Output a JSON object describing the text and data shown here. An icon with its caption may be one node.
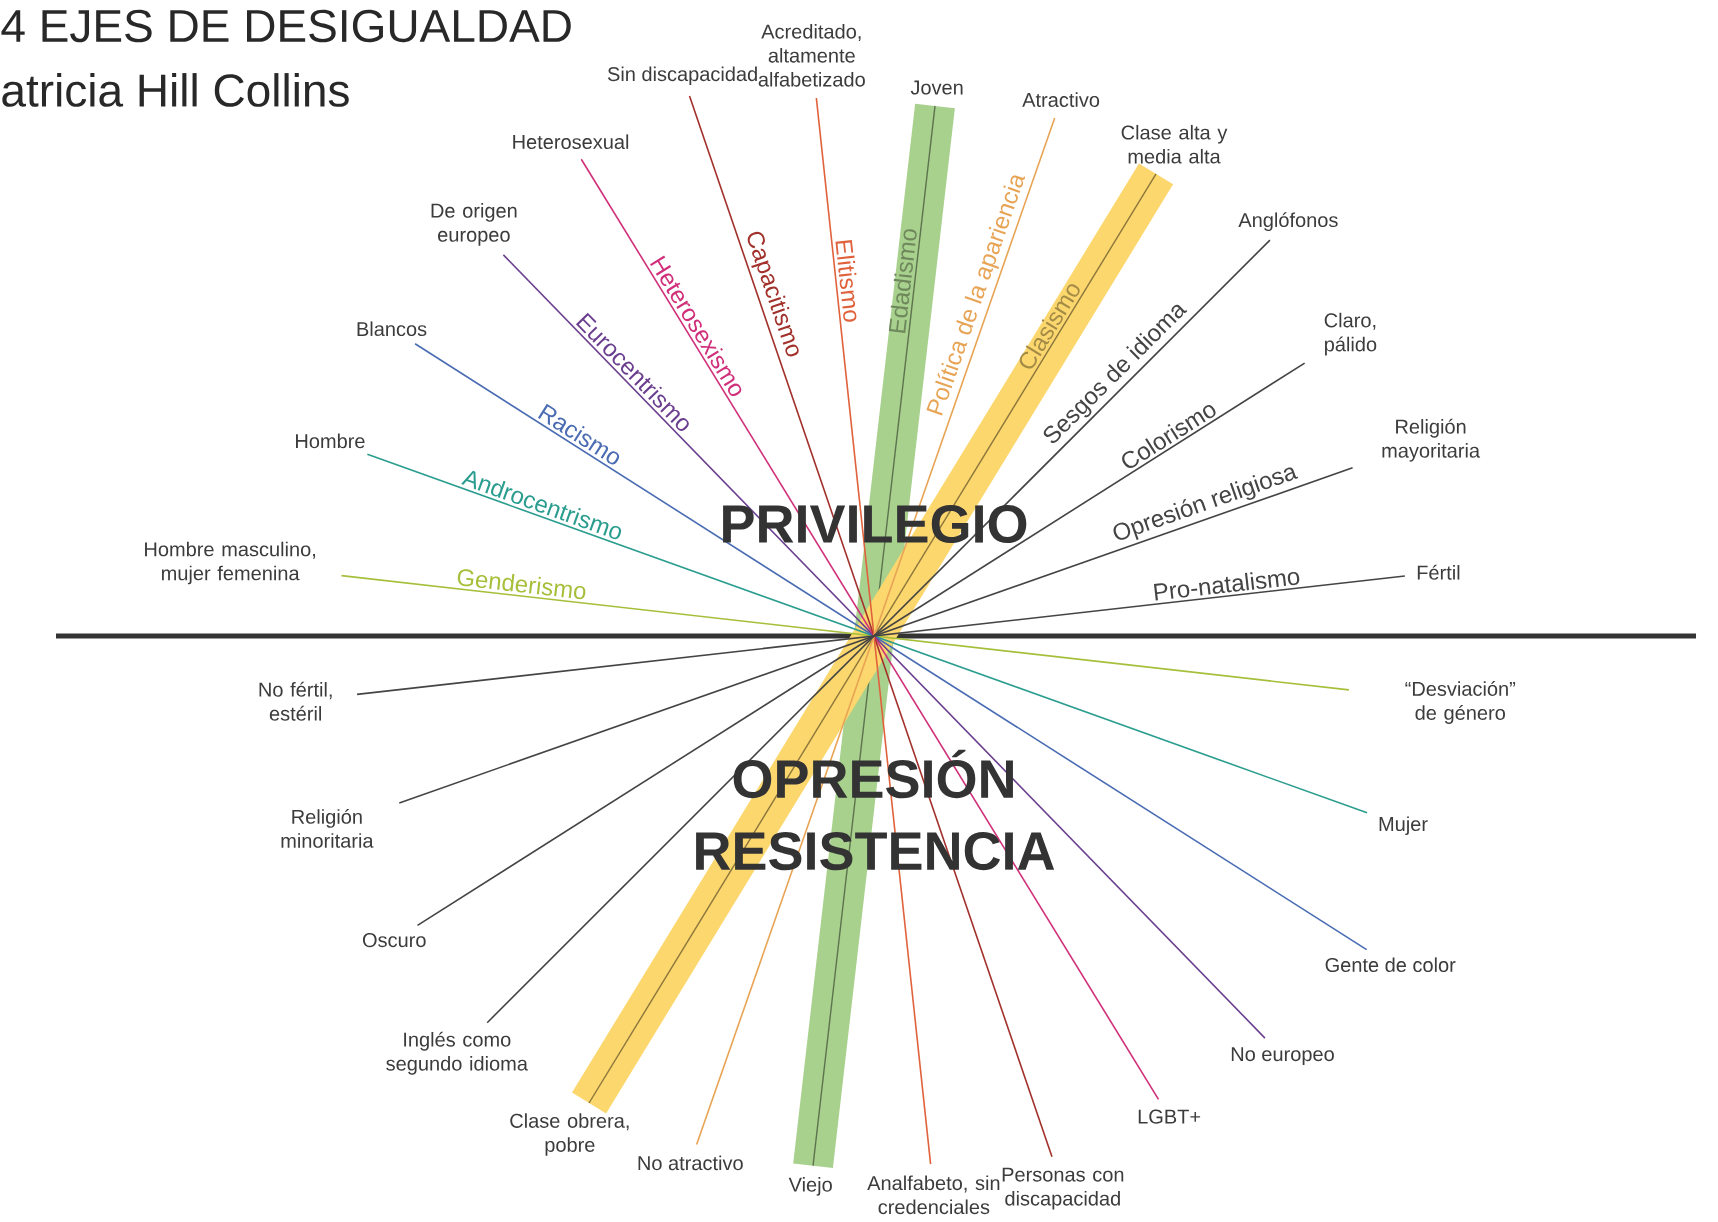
{
  "diagram": {
    "title": "4 EJES DE DESIGUALDAD",
    "nodes": [
      {
        "text": [
          "Hombre masculino, mujer femenina"
        ]
      },
      {
        "text": [
          "Hombre"
        ]
      },
      {
        "text": [
          "Blancos"
        ]
      },
      {
        "text": [
          "De origen europeo"
        ]
      },
      {
        "text": [
          "Heterosexual"
        ]
      },
      {
        "text": [
          "Sin discapacidad"
        ]
      },
      {
        "text": [
          "Acreditado, altamente alfabetizado"
        ]
      },
      {
        "text": [
          "Joven"
        ]
      },
      {
        "text": [
          "Atractivo"
        ]
      },
      {
        "text": [
          "Clase alta y media alta"
        ]
      },
      {
        "text": [
          "Anglófonos"
        ]
      },
      {
        "text": [
          "Claro, pálido"
        ]
      },
      {
        "text": [
          "Religión mayoritaria"
        ]
      },
      {
        "text": [
          "Fértil"
        ]
      },
      {
        "text": [
          "“Desviación” de género"
        ]
      },
      {
        "text": [
          "Mujer"
        ]
      },
      {
        "text": [
          "Gente de color"
        ]
      },
      {
        "text": [
          "No europeo"
        ]
      },
      {
        "text": [
          "LGBT+"
        ]
      },
      {
        "text": [
          "Personas con discapacidad"
        ]
      },
      {
        "text": [
          "Analfabeto, sin credenciales"
        ]
      },
      {
        "text": [
          "Viejo"
        ]
      },
      {
        "text": [
          "No atractivo"
        ]
      },
      {
        "text": [
          "Clase obrera, pobre"
        ]
      },
      {
        "text": [
          "Inglés como segundo idioma"
        ]
      },
      {
        "text": [
          "Oscuro"
        ]
      },
      {
        "text": [
          "Religión minoritaria"
        ]
      },
      {
        "text": [
          "No fértil, estéril"
        ]
      }
    ],
    "edges": [
      {
        "from": 0,
        "to": 14,
        "arrow": "none",
        "label": "Genderismo",
        "color": "#a6bf3a"
      },
      {
        "from": 1,
        "to": 15,
        "arrow": "none",
        "label": "Androcentrismo",
        "color": "#2a9d8f"
      },
      {
        "from": 2,
        "to": 16,
        "arrow": "none",
        "label": "Racismo",
        "color": "#4a6cb3"
      },
      {
        "from": 3,
        "to": 17,
        "arrow": "none",
        "label": "Eurocentrismo",
        "color": "#6b3f8f"
      },
      {
        "from": 4,
        "to": 18,
        "arrow": "none",
        "label": "Heterosexismo",
        "color": "#d02f7a"
      },
      {
        "from": 5,
        "to": 19,
        "arrow": "none",
        "label": "Capacitismo",
        "color": "#a2312b"
      },
      {
        "from": 6,
        "to": 20,
        "arrow": "none",
        "label": "Elitismo",
        "color": "#e0623c"
      },
      {
        "from": 7,
        "to": 21,
        "arrow": "none",
        "label": "Edadismo",
        "color": "#a9d18e",
        "style": "thick"
      },
      {
        "from": 8,
        "to": 22,
        "arrow": "none",
        "label": "Política de la apariencia",
        "color": "#e8a455"
      },
      {
        "from": 9,
        "to": 23,
        "arrow": "none",
        "label": "Clasismo",
        "color": "#fcd76e",
        "style": "thick"
      },
      {
        "from": 10,
        "to": 24,
        "arrow": "none",
        "label": "Sesgos de idioma",
        "color": "#444444"
      },
      {
        "from": 11,
        "to": 25,
        "arrow": "none",
        "label": "Colorismo",
        "color": "#444444"
      },
      {
        "from": 12,
        "to": 26,
        "arrow": "none",
        "label": "Opresión religiosa",
        "color": "#444444"
      },
      {
        "from": 13,
        "to": 27,
        "arrow": "none",
        "label": "Pro-natalismo",
        "color": "#444444"
      }
    ],
    "labels": [
      "atricia Hill Collins",
      "PRIVILEGIO",
      "OPRESIÓN RESISTENCIA"
    ]
  }
}
